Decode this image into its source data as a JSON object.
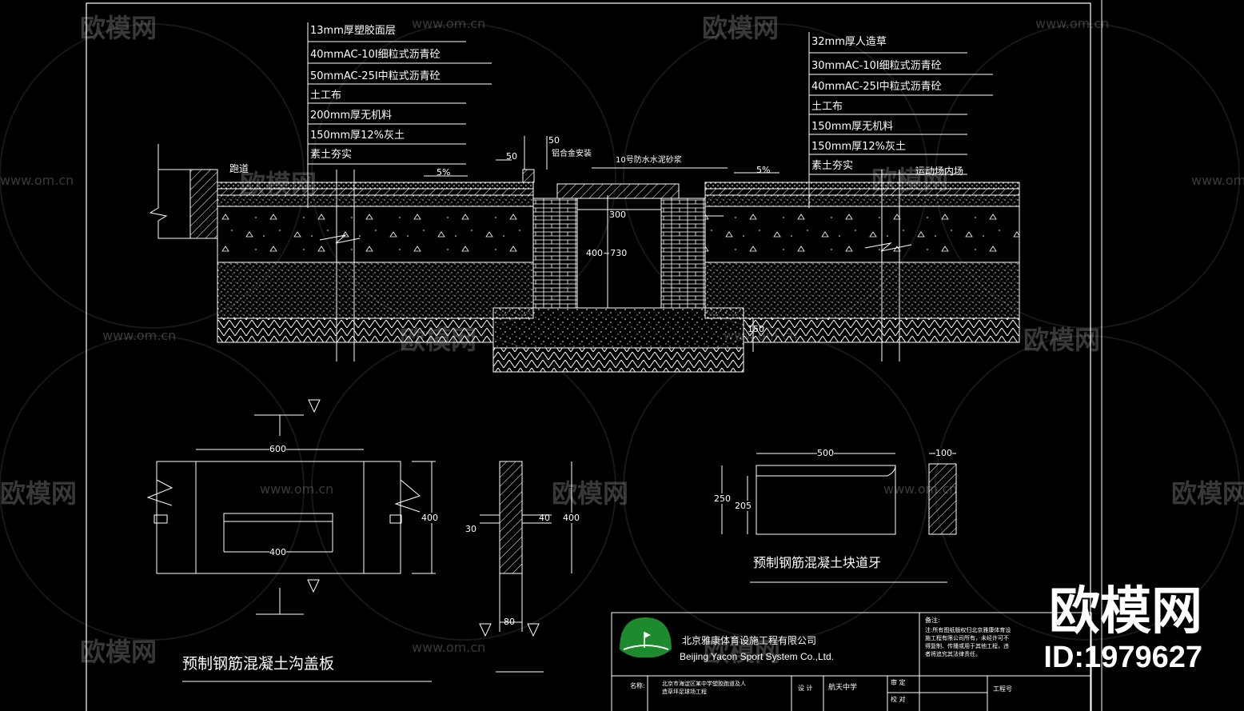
{
  "left_layers": [
    "13mm厚塑胶面层",
    "40mmAC-10Ⅰ细粒式沥青砼",
    "50mmAC-25Ⅰ中粒式沥青砼",
    "土工布",
    "200mm厚无机料",
    "150mm厚12%灰土",
    "素土夯实"
  ],
  "right_layers": [
    "32mm厚人造草",
    "30mmAC-10Ⅰ细粒式沥青砼",
    "40mmAC-25Ⅰ中粒式沥青砼",
    "土工布",
    "150mm厚无机料",
    "150mm厚12%灰土",
    "素土夯实"
  ],
  "section_labels": {
    "runway": "跑道",
    "field": "运动场内场",
    "slope_left": "5%",
    "slope_right": "5%",
    "alloy_fence": "铝合金安装",
    "mortar": "10号防水水泥砂浆",
    "dim_50a": "50",
    "dim_50b": "50",
    "dim_300": "300",
    "dim_depth": "400~730",
    "dim_150": "150"
  },
  "cover_plate": {
    "title": "预制钢筋混凝土沟盖板",
    "dim_width": "600",
    "dim_slot": "400",
    "dim_height": "400",
    "dim_side_30": "30",
    "dim_side_40": "40",
    "dim_side_400": "400",
    "dim_side_80": "80"
  },
  "curb": {
    "title": "预制钢筋混凝土块道牙",
    "dim_length": "500",
    "dim_h250": "250",
    "dim_h205": "205",
    "dim_thick": "100"
  },
  "title_block": {
    "company_cn": "北京雅康体育设施工程有限公司",
    "company_en": "Beijing Yacon Sport System Co.,Ltd.",
    "notes_label": "备注:",
    "notes_text": "注:所有图纸版权归北京雅康体育设施工程有限公司所有，未经许可不得复制、传播或用于其他工程，违者将追究其法律责任。",
    "project_label": "名称:",
    "project_value": "北京市海淀区某中学塑胶跑道及人造草坪足球场工程",
    "design_label": "设 计",
    "school": "航天中学",
    "check_label": "审 定",
    "review_label": "校 对",
    "drawing_no_label": "工程号"
  },
  "watermarks": {
    "logo_text": "欧模网",
    "url_text": "www.om.cn"
  },
  "badge": {
    "site": "欧模网",
    "id": "ID:1979627"
  }
}
